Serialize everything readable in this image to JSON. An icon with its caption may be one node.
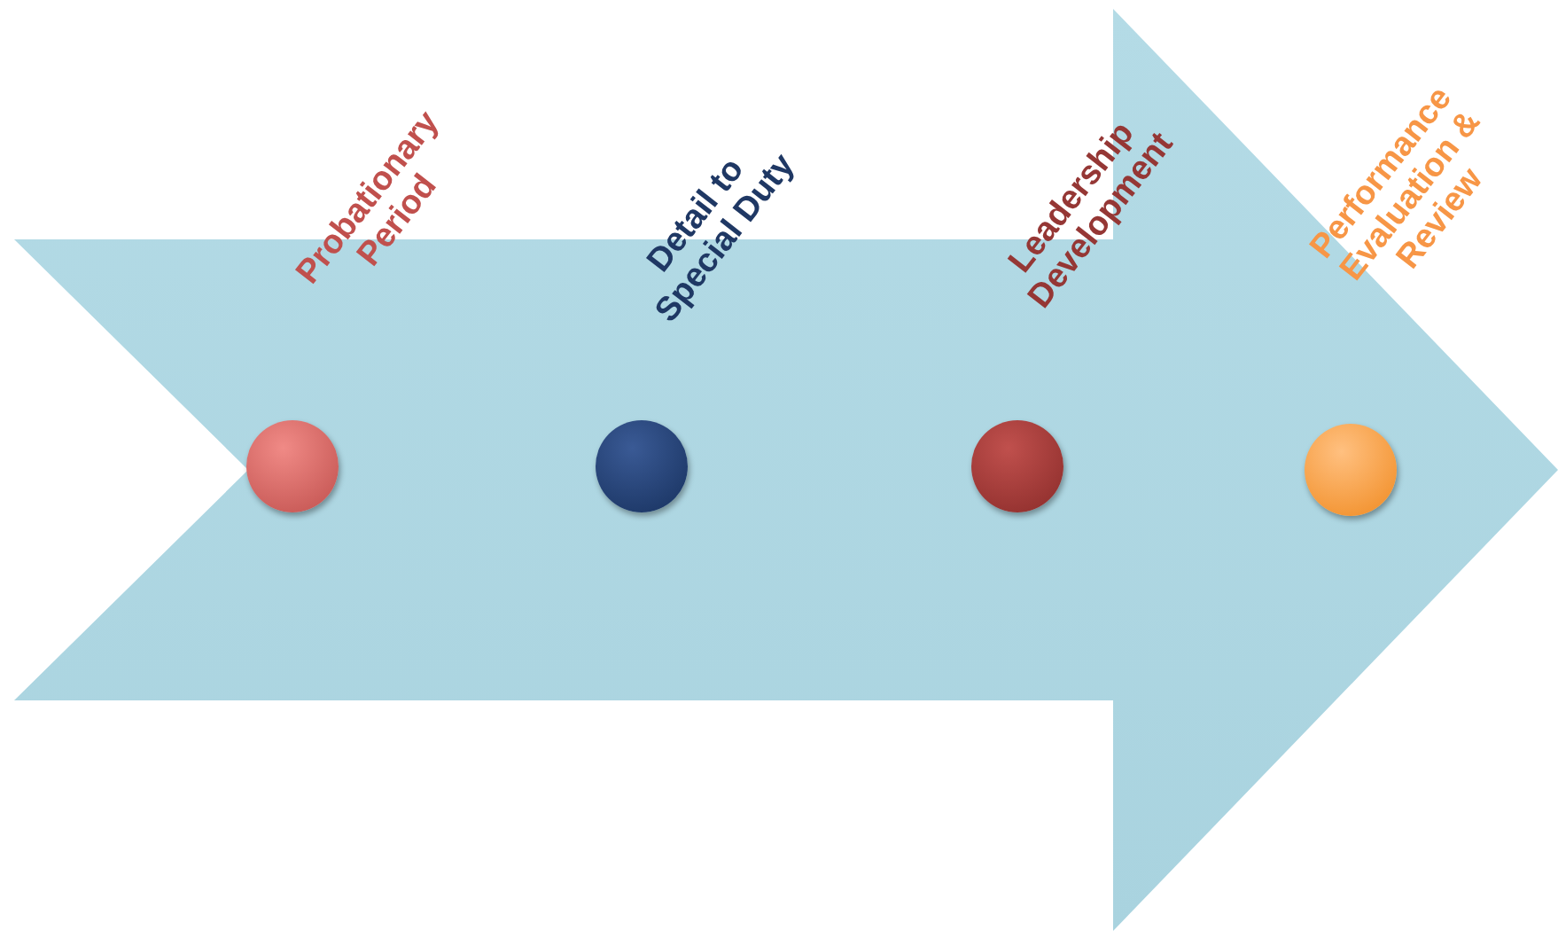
{
  "diagram": {
    "nodes": [
      {
        "text": [],
        "shape": "circle"
      },
      {
        "text": [],
        "shape": "circle"
      },
      {
        "text": [],
        "shape": "circle"
      },
      {
        "text": [],
        "shape": "circle"
      }
    ],
    "labels": [
      "Probationary Period",
      "Detail to Special Duty",
      "Leadership Development",
      "Performance Evaluation & Review"
    ]
  }
}
